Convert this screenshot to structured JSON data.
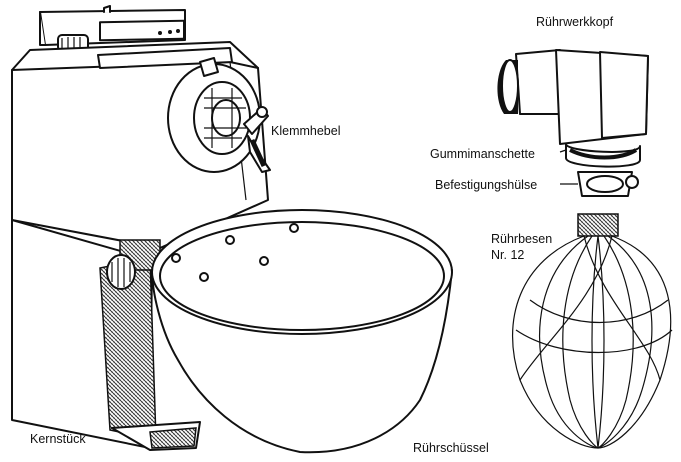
{
  "labels": {
    "ruehrwerkkopf": "Rührwerkkopf",
    "klemmhebel": "Klemmhebel",
    "gummimanschette": "Gummimanschette",
    "befestigungshuelse": "Befestigungshülse",
    "ruehrbesen_line1": "Rührbesen",
    "ruehrbesen_line2": "Nr. 12",
    "kernstueck": "Kernstück",
    "ruehrschuessel": "Rührschüssel"
  },
  "colors": {
    "ink": "#111111",
    "background": "#ffffff"
  }
}
